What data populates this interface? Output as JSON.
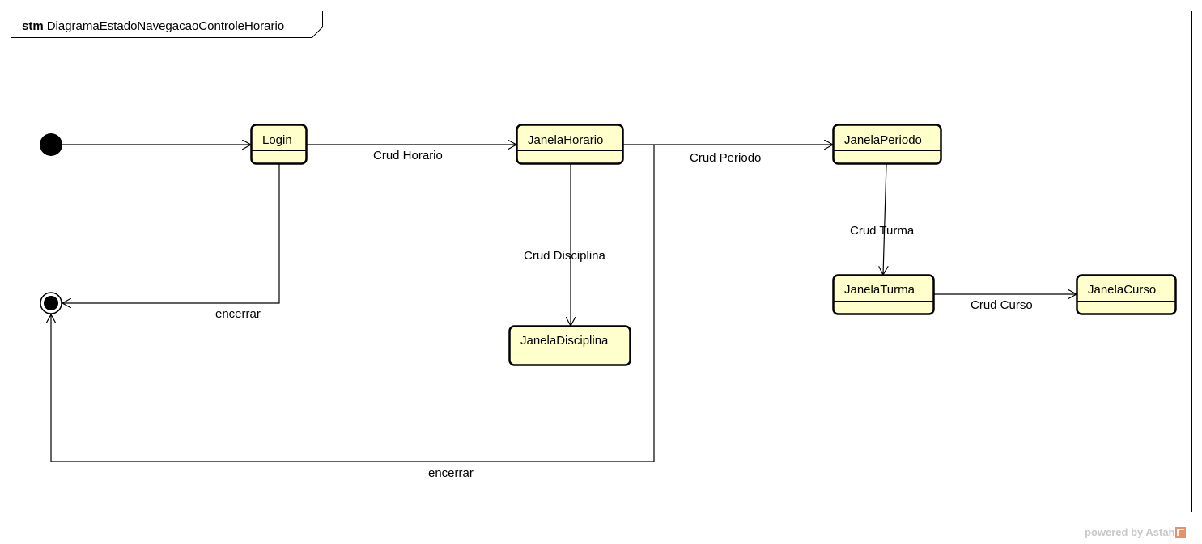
{
  "frame": {
    "keyword": "stm",
    "name": "DiagramaEstadoNavegacaoControleHorario"
  },
  "states": {
    "login": "Login",
    "janela_horario": "JanelaHorario",
    "janela_disciplina": "JanelaDisciplina",
    "janela_periodo": "JanelaPeriodo",
    "janela_turma": "JanelaTurma",
    "janela_curso": "JanelaCurso"
  },
  "transitions": {
    "crud_horario": "Crud Horario",
    "crud_periodo": "Crud Periodo",
    "crud_disciplina": "Crud Disciplina",
    "crud_turma": "Crud Turma",
    "crud_curso": "Crud Curso",
    "encerrar_login": "encerrar",
    "encerrar_horario": "encerrar"
  },
  "watermark": {
    "text": "powered by Astah"
  },
  "colors": {
    "state_fill": "#ffffcc",
    "stroke": "#000000",
    "watermark": "#c8c8c8"
  }
}
